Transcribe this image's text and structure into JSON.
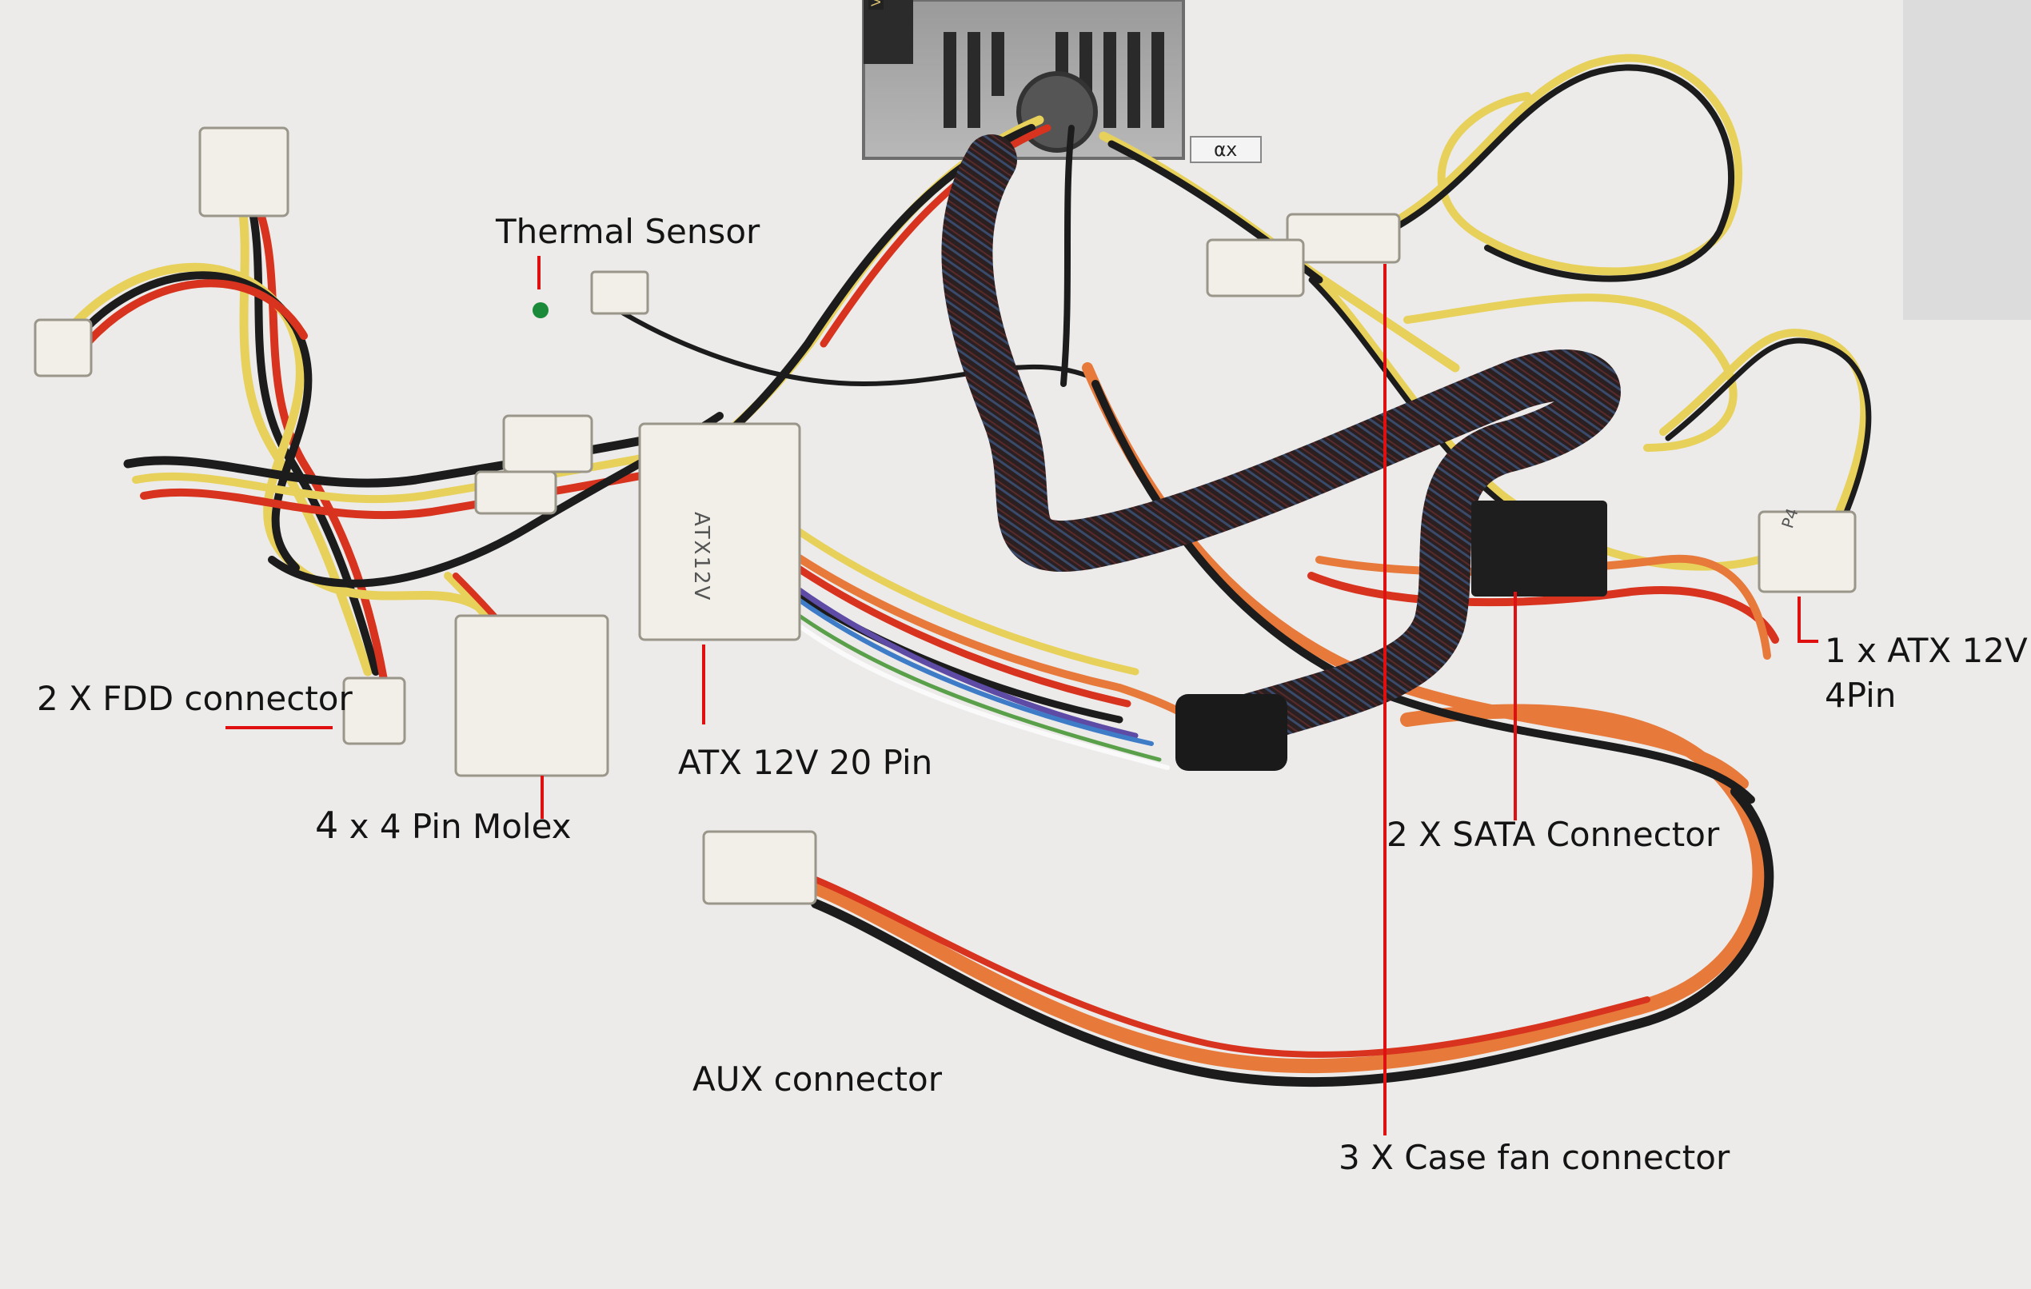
{
  "photo": {
    "colors": {
      "background": "#ecebea",
      "wire_yellow": "#e7d15a",
      "wire_black": "#1c1c1c",
      "wire_orange": "#e77a3a",
      "wire_red": "#d8331e",
      "sleeve": "#2a2022",
      "connector": "#f1efe8",
      "leader_line": "#e01010"
    },
    "psu": {
      "model_tag": "αx",
      "warning_text": "VOID IF REMOVED"
    },
    "connector_prints": {
      "atx": "ATX12V",
      "p4": "P4"
    }
  },
  "labels": {
    "thermal_sensor": "Thermal Sensor",
    "fdd": "2 X FDD connector",
    "molex_count": "4",
    "molex_rest": "x  4 Pin Molex",
    "atx_20pin": "ATX 12V 20 Pin",
    "aux": "AUX connector",
    "sata": "2 X SATA Connector",
    "atx_4pin_line1": "1 x ATX 12V",
    "atx_4pin_line2": "4Pin",
    "case_fan": "3 X Case fan connector"
  }
}
